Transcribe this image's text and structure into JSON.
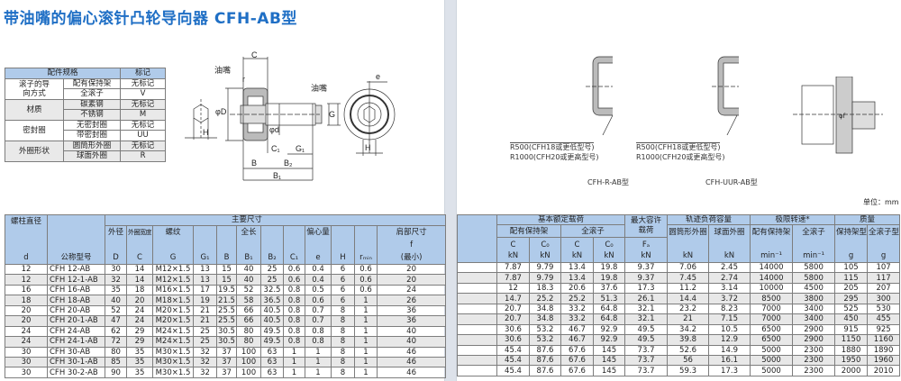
{
  "title": "带油嘴的偏心滚针凸轮导向器 CFH-AB型",
  "config_table": {
    "headers": [
      "配件规格",
      "标记"
    ],
    "groups": [
      {
        "name": "滚子的导向方式",
        "items": [
          [
            "配有保持架",
            "无标记"
          ],
          [
            "全滚子",
            "V"
          ]
        ]
      },
      {
        "name": "材质",
        "items": [
          [
            "碳素钢",
            "无标记"
          ],
          [
            "不锈钢",
            "M"
          ]
        ]
      },
      {
        "name": "密封圈",
        "items": [
          [
            "无密封圈",
            "无标记"
          ],
          [
            "带密封圈",
            "UU"
          ]
        ]
      },
      {
        "name": "外圈形状",
        "items": [
          [
            "圆筒形外圈",
            "无标记"
          ],
          [
            "球面外圈",
            "R"
          ]
        ]
      }
    ]
  },
  "drawing": {
    "oil_nipple": "油嘴",
    "labels": {
      "C": "C",
      "r": "r",
      "D": "φD",
      "d": "φd",
      "G": "G",
      "G1": "G₁",
      "C1": "C₁",
      "B": "B",
      "B2": "B₂",
      "B1": "B₁",
      "H": "H",
      "e": "e",
      "f": "φf"
    },
    "note1": "R500(CFH18或更低型号)",
    "note2": "R1000(CFH20或更高型号)",
    "caption_r": "CFH-R-AB型",
    "caption_uur": "CFH-UUR-AB型"
  },
  "unit": "单位：mm",
  "table": {
    "left_header": {
      "stud_dia": "螺柱直径",
      "stud_sym": "d",
      "model": "公称型号",
      "main_dims": "主要尺寸",
      "cols": [
        {
          "label": "外径",
          "sym": "D"
        },
        {
          "label": "外圈宽度",
          "sym": "C"
        },
        {
          "label": "螺纹",
          "sym": "G"
        },
        {
          "label": "",
          "sym": "G₁"
        },
        {
          "label": "",
          "sym": "B"
        },
        {
          "label": "全长",
          "sym": "B₁"
        },
        {
          "label": "",
          "sym": "B₂"
        },
        {
          "label": "",
          "sym": "C₁"
        },
        {
          "label": "偏心量",
          "sym": "e"
        },
        {
          "label": "",
          "sym": "H"
        },
        {
          "label": "",
          "sym": "rₘᵢₙ"
        },
        {
          "label": "肩部尺寸",
          "sym": "f",
          "sub": "(最小)"
        }
      ]
    },
    "right_header": {
      "basic_load": "基本额定载荷",
      "caged": "配有保持架",
      "full": "全滚子",
      "load_cols": [
        {
          "sym": "C",
          "unit": "kN"
        },
        {
          "sym": "C₀",
          "unit": "kN"
        },
        {
          "sym": "C",
          "unit": "kN"
        },
        {
          "sym": "C₀",
          "unit": "kN"
        }
      ],
      "max_load": "最大容许载荷",
      "max_sym": "Fₐ",
      "max_unit": "kN",
      "track": "轨迹负荷容量",
      "track_cyl": "圆筒形外圈",
      "track_sph": "球面外圈",
      "track_unit": "kN",
      "speed": "极限转速*",
      "speed_caged": "配有保持架",
      "speed_full": "全滚子",
      "speed_unit": "min⁻¹",
      "mass": "质量",
      "mass_caged": "保持架型",
      "mass_full": "全滚子型",
      "mass_unit": "g"
    },
    "rows": [
      [
        "12",
        "CFH 12-AB",
        "30",
        "14",
        "M12×1.5",
        "13",
        "15",
        "40",
        "25",
        "0.6",
        "0.4",
        "6",
        "0.6",
        "20",
        "7.87",
        "9.79",
        "13.4",
        "19.8",
        "9.37",
        "7.06",
        "2.45",
        "14000",
        "5800",
        "105",
        "107"
      ],
      [
        "12",
        "CFH 12-1-AB",
        "32",
        "14",
        "M12×1.5",
        "13",
        "15",
        "40",
        "25",
        "0.6",
        "0.4",
        "6",
        "0.6",
        "20",
        "7.87",
        "9.79",
        "13.4",
        "19.8",
        "9.37",
        "7.45",
        "2.74",
        "14000",
        "5800",
        "115",
        "117"
      ],
      [
        "16",
        "CFH 16-AB",
        "35",
        "18",
        "M16×1.5",
        "17",
        "19.5",
        "52",
        "32.5",
        "0.8",
        "0.5",
        "6",
        "0.6",
        "24",
        "12",
        "18.3",
        "20.6",
        "37.6",
        "17.3",
        "11.2",
        "3.14",
        "10000",
        "4500",
        "205",
        "207"
      ],
      [
        "18",
        "CFH 18-AB",
        "40",
        "20",
        "M18×1.5",
        "19",
        "21.5",
        "58",
        "36.5",
        "0.8",
        "0.6",
        "6",
        "1",
        "26",
        "14.7",
        "25.2",
        "25.2",
        "51.3",
        "26.1",
        "14.4",
        "3.72",
        "8500",
        "3800",
        "295",
        "300"
      ],
      [
        "20",
        "CFH 20-AB",
        "52",
        "24",
        "M20×1.5",
        "21",
        "25.5",
        "66",
        "40.5",
        "0.8",
        "0.7",
        "8",
        "1",
        "36",
        "20.7",
        "34.8",
        "33.2",
        "64.8",
        "32.1",
        "23.2",
        "8.23",
        "7000",
        "3400",
        "525",
        "530"
      ],
      [
        "20",
        "CFH 20-1-AB",
        "47",
        "24",
        "M20×1.5",
        "21",
        "25.5",
        "66",
        "40.5",
        "0.8",
        "0.7",
        "8",
        "1",
        "36",
        "20.7",
        "34.8",
        "33.2",
        "64.8",
        "32.1",
        "21",
        "7.15",
        "7000",
        "3400",
        "450",
        "455"
      ],
      [
        "24",
        "CFH 24-AB",
        "62",
        "29",
        "M24×1.5",
        "25",
        "30.5",
        "80",
        "49.5",
        "0.8",
        "0.8",
        "8",
        "1",
        "40",
        "30.6",
        "53.2",
        "46.7",
        "92.9",
        "49.5",
        "34.2",
        "10.5",
        "6500",
        "2900",
        "915",
        "925"
      ],
      [
        "24",
        "CFH 24-1-AB",
        "72",
        "29",
        "M24×1.5",
        "25",
        "30.5",
        "80",
        "49.5",
        "0.8",
        "0.8",
        "8",
        "1",
        "40",
        "30.6",
        "53.2",
        "46.7",
        "92.9",
        "49.5",
        "39.8",
        "12.9",
        "6500",
        "2900",
        "1150",
        "1160"
      ],
      [
        "30",
        "CFH 30-AB",
        "80",
        "35",
        "M30×1.5",
        "32",
        "37",
        "100",
        "63",
        "1",
        "1",
        "8",
        "1",
        "46",
        "45.4",
        "87.6",
        "67.6",
        "145",
        "73.7",
        "52.6",
        "14.9",
        "5000",
        "2300",
        "1880",
        "1890"
      ],
      [
        "30",
        "CFH 30-1-AB",
        "85",
        "35",
        "M30×1.5",
        "32",
        "37",
        "100",
        "63",
        "1",
        "1",
        "8",
        "1",
        "46",
        "45.4",
        "87.6",
        "67.6",
        "145",
        "73.7",
        "56",
        "16.1",
        "5000",
        "2300",
        "1950",
        "1960"
      ],
      [
        "30",
        "CFH 30-2-AB",
        "90",
        "35",
        "M30×1.5",
        "32",
        "37",
        "100",
        "63",
        "1",
        "1",
        "8",
        "1",
        "46",
        "45.4",
        "87.6",
        "67.6",
        "145",
        "73.7",
        "59.3",
        "17.3",
        "5000",
        "2300",
        "2000",
        "2010"
      ]
    ]
  }
}
